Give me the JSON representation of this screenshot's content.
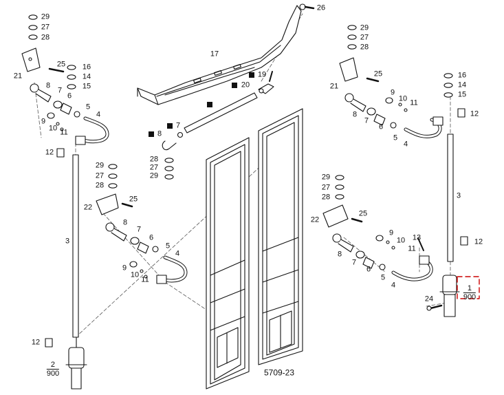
{
  "drawing": {
    "code": "5709-23",
    "marker_glyph": "■",
    "part_numbers": {
      "p1": "1",
      "p2": "2",
      "p3": "3",
      "p4": "4",
      "p5": "5",
      "p6": "6",
      "p7": "7",
      "p8": "8",
      "p9": "9",
      "p10": "10",
      "p11": "11",
      "p12": "12",
      "p13": "13",
      "p14": "14",
      "p15": "15",
      "p16": "16",
      "p17": "17",
      "p19": "19",
      "p20": "20",
      "p21": "21",
      "p22": "22",
      "p24": "24",
      "p25": "25",
      "p26": "26",
      "p27": "27",
      "p28": "28",
      "p29": "29"
    },
    "fractions": {
      "left_cylinder": {
        "num": "2",
        "den": "900"
      },
      "right_cylinder": {
        "num": "1",
        "den": "900"
      }
    }
  },
  "colors": {
    "line": "#111111",
    "highlight": "#cc0000",
    "dash": "#444444"
  }
}
